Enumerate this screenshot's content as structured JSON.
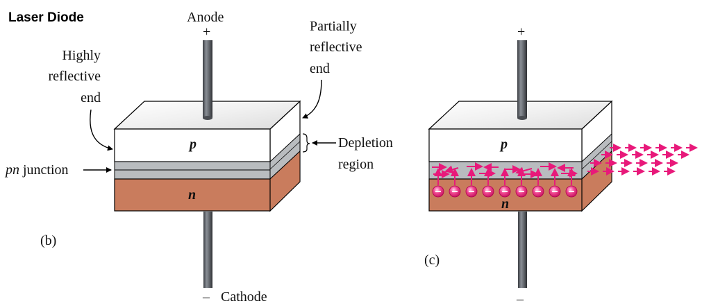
{
  "title": "Laser Diode",
  "labels": {
    "anode": "Anode",
    "plus": "+",
    "minus": "–",
    "cathode": "Cathode",
    "highly_reflective": [
      "Highly",
      "reflective",
      "end"
    ],
    "partially_reflective": [
      "Partially",
      "reflective",
      "end"
    ],
    "depletion": [
      "Depletion",
      "region"
    ],
    "pn_italic": "pn",
    "pn_rest": " junction",
    "p": "p",
    "n": "n",
    "b": "(b)",
    "c": "(c)"
  },
  "colors": {
    "n_region": "#c97c5d",
    "depletion": "#b9bcbf",
    "photon": "#e8197a",
    "electrode": "#555a60"
  },
  "photons": {
    "electron_count": 9,
    "internal_arrow_count": 12,
    "emitted_arrow_count": 24
  }
}
